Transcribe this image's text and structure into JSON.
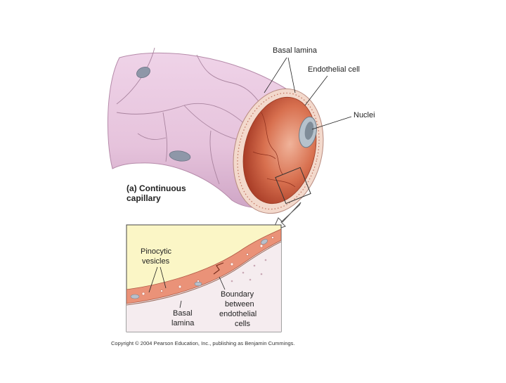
{
  "labels": {
    "basal_lamina_top": "Basal lamina",
    "endothelial_cell": "Endothelial cell",
    "nuclei": "Nuclei",
    "panel_caption_line1": "(a) Continuous",
    "panel_caption_line2": "capillary",
    "pinocytic_line1": "Pinocytic",
    "pinocytic_line2": "vesicles",
    "boundary_line1": "Boundary",
    "boundary_line2": "between",
    "boundary_line3": "endothelial",
    "boundary_line4": "cells",
    "basal_lamina_inset_line1": "Basal",
    "basal_lamina_inset_line2": "lamina"
  },
  "copyright": "Copyright © 2004 Pearson Education, Inc., publishing as Benjamin Cummings.",
  "colors": {
    "vessel_outer": "#e7c8df",
    "vessel_outer_shadow": "#c9a3c3",
    "vessel_rim": "#f2d6c9",
    "lumen_light": "#f0a98a",
    "lumen_dark": "#b0442c",
    "nucleus": "#9aa6b4",
    "inset_bg": "#fbf6c8",
    "inset_wall": "#e88d72",
    "inset_lower": "#f4ebef"
  }
}
